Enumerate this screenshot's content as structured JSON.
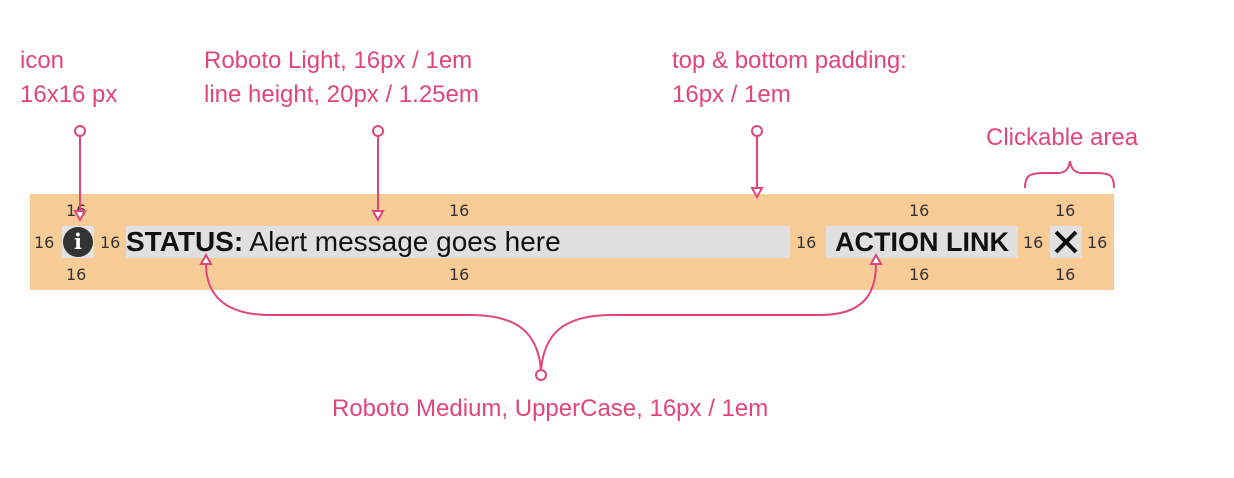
{
  "annotations": {
    "icon": [
      "icon",
      "16x16 px"
    ],
    "font_light": [
      "Roboto Light, 16px / 1em",
      "line height, 20px / 1.25em"
    ],
    "padding": [
      "top & bottom padding:",
      "16px / 1em"
    ],
    "clickable": "Clickable area",
    "font_medium": "Roboto Medium, UpperCase, 16px / 1em"
  },
  "banner": {
    "background": "#f7cc96",
    "icon": "info-icon",
    "icon_glyph": "i",
    "status_label": "STATUS:",
    "message_text": " Alert message goes here",
    "action_label": "ACTION LINK",
    "close_icon": "close-icon"
  },
  "spacing": {
    "icon_top": "16",
    "icon_left": "16",
    "icon_right": "16",
    "icon_bottom": "16",
    "message_top": "16",
    "message_bottom": "16",
    "message_right": "16",
    "action_top": "16",
    "action_bottom": "16",
    "action_right": "16",
    "close_top": "16",
    "close_bottom": "16",
    "close_right": "16"
  },
  "colors": {
    "annotation": "#e0457b",
    "banner": "#f7cc96",
    "box": "#e0e0e0",
    "text": "#111111"
  }
}
